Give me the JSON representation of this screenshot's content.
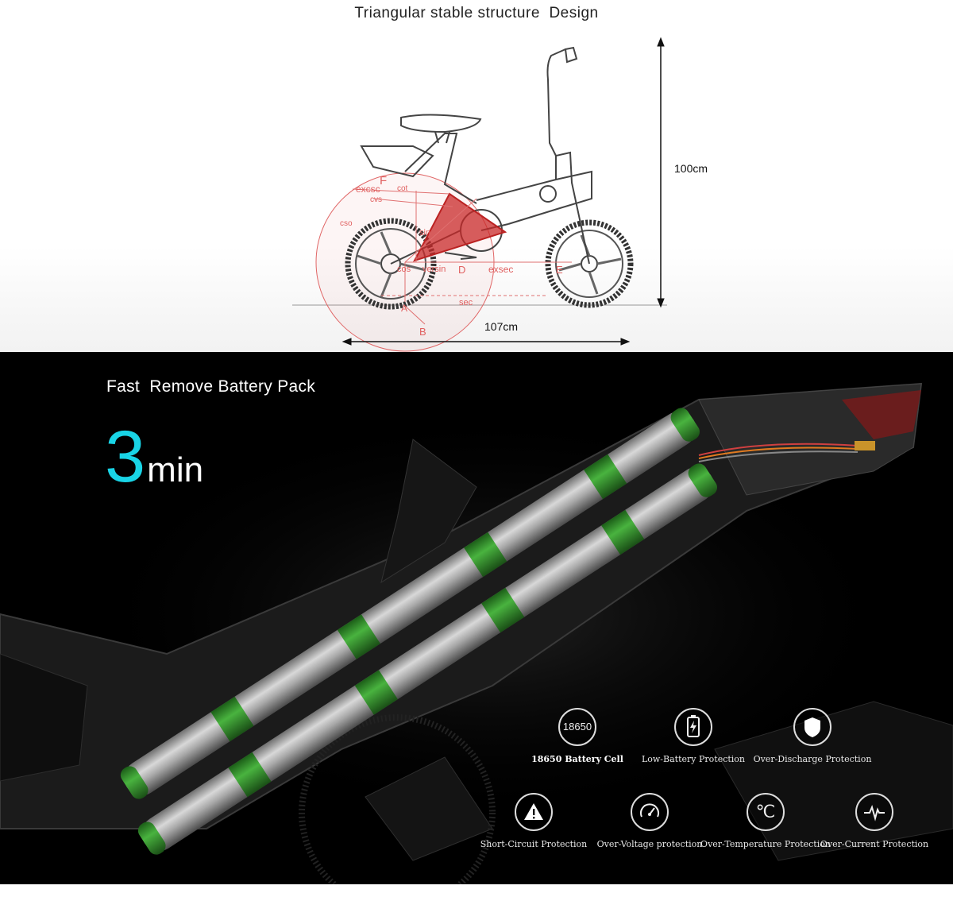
{
  "top": {
    "title": "Triangular stable structure  Design",
    "height_label": "100cm",
    "length_label": "107cm",
    "geometry_labels": [
      "F",
      "excsc",
      "cot",
      "cvs",
      "cso",
      "sin",
      "cos",
      "versin",
      "D",
      "exsec",
      "E",
      "sec",
      "A",
      "B"
    ]
  },
  "battery": {
    "title": "Fast  Remove Battery Pack",
    "time_value": "3",
    "time_unit": "min",
    "accent_color": "#19d4e6",
    "cell_band_color": "#2f9a2a"
  },
  "features": [
    {
      "label": "18650 Battery Cell",
      "icon": "cell-18650-icon",
      "icon_text": "18650"
    },
    {
      "label": "Low-Battery Protection",
      "icon": "low-battery-icon"
    },
    {
      "label": "Over-Discharge Protection",
      "icon": "shield-icon"
    },
    {
      "label": "Short-Circuit Protection",
      "icon": "warning-icon"
    },
    {
      "label": "Over-Voltage protection",
      "icon": "gauge-icon"
    },
    {
      "label": "Over-Temperature Protection",
      "icon": "celsius-icon",
      "icon_text": "℃"
    },
    {
      "label": "Over-Current Protection",
      "icon": "pulse-icon"
    }
  ]
}
